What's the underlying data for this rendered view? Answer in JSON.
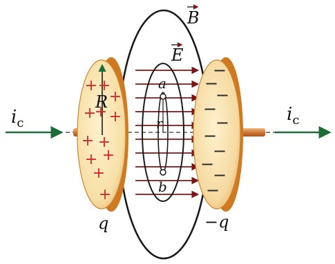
{
  "labels": {
    "current_left": "i",
    "current_left_sub": "c",
    "current_right": "i",
    "current_right_sub": "c",
    "magnetic_field": "B",
    "electric_field": "E",
    "radius": "R",
    "loop_radius": "r",
    "point_top": "a",
    "point_bottom": "b",
    "charge_left": "q",
    "charge_right": "−q"
  },
  "signs": {
    "plus": "+",
    "minus": "−"
  },
  "colors": {
    "plate_face": "#f7dfa7",
    "plate_edge": "#cf7a22",
    "plus_sign": "#d42a2a",
    "minus_sign": "#2a2a2a",
    "current_arrow": "#1f6b38",
    "field_e": "#7b1414",
    "field_b": "#1d4f8a",
    "loop": "#1a1a1a"
  },
  "icons": {
    "current_arrow": "arrow-right-icon",
    "field_arrow": "arrowhead-icon"
  }
}
